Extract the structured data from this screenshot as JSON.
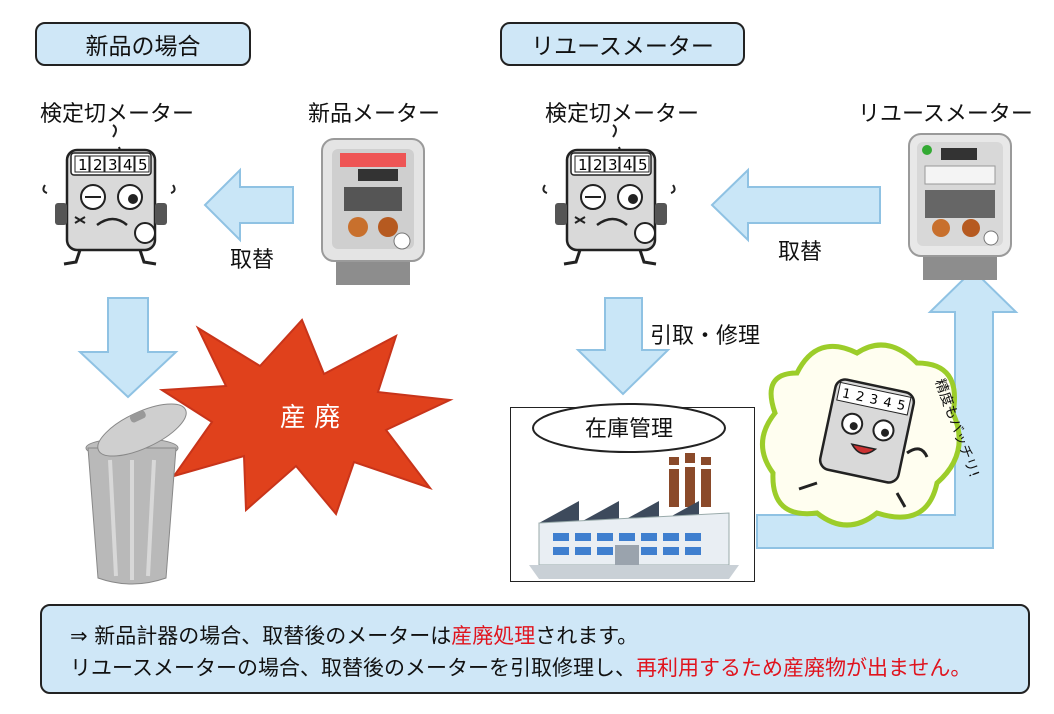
{
  "left_section": {
    "title": "新品の場合",
    "old_meter_label": "検定切メーター",
    "new_meter_label": "新品メーター",
    "replace_label": "取替",
    "disposal_label": "産 廃"
  },
  "right_section": {
    "title": "リユースメーター",
    "old_meter_label": "検定切メーター",
    "reuse_meter_label": "リユースメーター",
    "replace_label": "取替",
    "collect_label": "引取・修理",
    "inventory_label": "在庫管理",
    "mascot_speech": "精度もバッチリ!"
  },
  "meter_digits": [
    "1",
    "2",
    "3",
    "4",
    "5"
  ],
  "summary": {
    "line1_prefix": "⇒ 新品計器の場合、取替後のメーターは",
    "line1_highlight": "産廃処理",
    "line1_suffix": "されます。",
    "line2_prefix": "リユースメーターの場合、取替後のメーターを引取修理し、",
    "line2_highlight": "再利用するため産廃物が出ません。"
  },
  "colors": {
    "arrow_fill": "#c9e6f7",
    "arrow_stroke": "#8fc2e3",
    "box_fill": "#cfe7f7",
    "burst": "#e0411c",
    "highlight": "#e0141e",
    "cloud": "#9ccd2a"
  }
}
